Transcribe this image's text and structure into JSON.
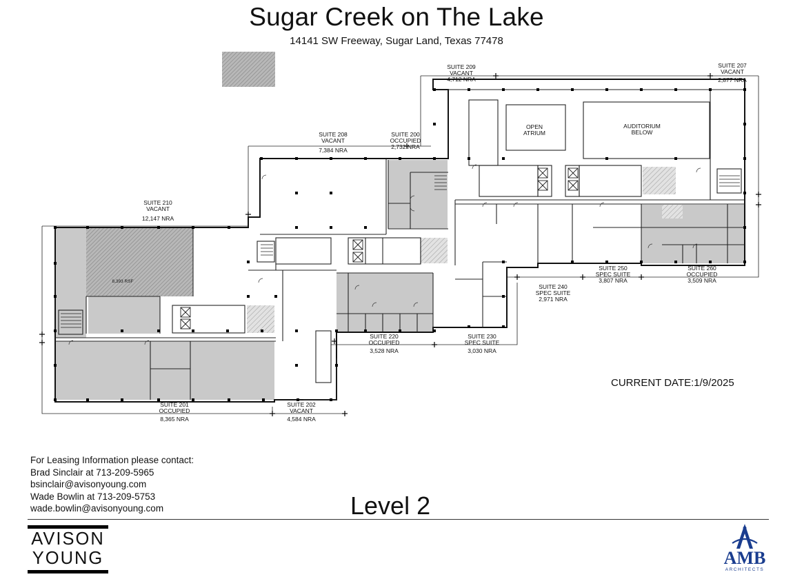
{
  "header": {
    "title": "Sugar Creek on The Lake",
    "address": "14141 SW Freeway, Sugar Land, Texas 77478"
  },
  "suites": [
    {
      "id": "210",
      "lines": [
        "SUITE 210",
        "VACANT",
        "12,147 NRA"
      ]
    },
    {
      "id": "208",
      "lines": [
        "SUITE 208",
        "VACANT",
        "7,384 NRA"
      ]
    },
    {
      "id": "200",
      "lines": [
        "SUITE 200",
        "OCCUPIED",
        "2,732 NRA"
      ]
    },
    {
      "id": "209",
      "lines": [
        "SUITE 209",
        "VACANT",
        "4,712 NRA"
      ]
    },
    {
      "id": "207",
      "lines": [
        "SUITE 207",
        "VACANT",
        "2,877 NRA"
      ]
    },
    {
      "id": "250",
      "lines": [
        "SUITE 250",
        "SPEC SUITE",
        "3,807 NRA"
      ]
    },
    {
      "id": "260",
      "lines": [
        "SUITE 260",
        "OCCUPIED",
        "3,509 NRA"
      ]
    },
    {
      "id": "240",
      "lines": [
        "SUITE 240",
        "SPEC SUITE",
        "2,971 NRA"
      ]
    },
    {
      "id": "220",
      "lines": [
        "SUITE 220",
        "OCCUPIED",
        "3,528 NRA"
      ]
    },
    {
      "id": "230",
      "lines": [
        "SUITE 230",
        "SPEC SUITE",
        "3,030 NRA"
      ]
    },
    {
      "id": "201",
      "lines": [
        "SUITE 201",
        "OCCUPIED",
        "8,365 NRA"
      ]
    },
    {
      "id": "202",
      "lines": [
        "SUITE 202",
        "VACANT",
        "4,584 NRA"
      ]
    }
  ],
  "rooms": {
    "atrium": [
      "OPEN",
      "ATRIUM"
    ],
    "auditorium": [
      "AUDITORIUM",
      "BELOW"
    ],
    "rsf": "8,393 RSF"
  },
  "current_date": "CURRENT DATE:1/9/2025",
  "contact": {
    "intro": "For Leasing Information please contact:",
    "lines": [
      "Brad Sinclair at 713-209-5965",
      "bsinclair@avisonyoung.com",
      "Wade Bowlin at 713-209-5753",
      "wade.bowlin@avisonyoung.com"
    ]
  },
  "level": "Level 2",
  "logos": {
    "avison_young": [
      "AVISON",
      "YOUNG"
    ],
    "amb": {
      "word": "AMB",
      "sub": "ARCHITECTS",
      "color": "#1a3d8f"
    }
  },
  "colors": {
    "occupied_fill": "#c9c9c9",
    "line": "#111111"
  }
}
